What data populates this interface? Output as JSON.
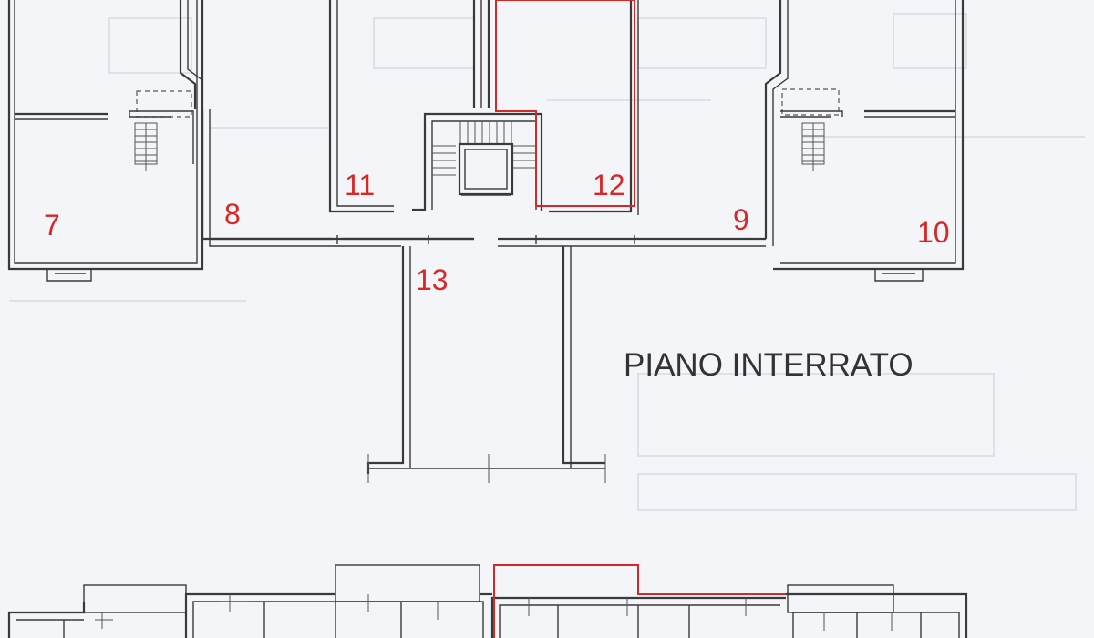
{
  "plan": {
    "title": "PIANO INTERRATO",
    "units": [
      "7",
      "8",
      "11",
      "12",
      "9",
      "10",
      "13"
    ]
  },
  "colors": {
    "background": "#f4f5f9",
    "wall": "#3a3a3a",
    "highlight": "#d62828",
    "label": "#d62828",
    "title": "#333333"
  }
}
